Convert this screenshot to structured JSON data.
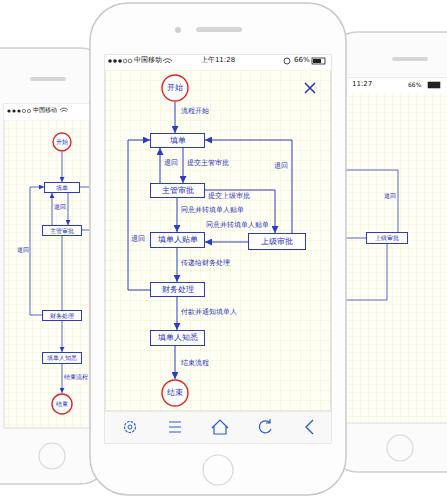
{
  "diagram": {
    "nodes": [
      {
        "text": [
          "开始"
        ]
      },
      {
        "text": [
          "填单"
        ]
      },
      {
        "text": [
          "主管审批"
        ]
      },
      {
        "text": [
          "上级审批"
        ]
      },
      {
        "text": [
          "填单人贴单"
        ]
      },
      {
        "text": [
          "财务处理"
        ]
      },
      {
        "text": [
          "填单人知悉"
        ]
      },
      {
        "text": [
          "结束"
        ]
      },
      {
        "text": [
          "开始"
        ]
      },
      {
        "text": [
          "填单"
        ]
      },
      {
        "text": [
          "主管审批"
        ]
      },
      {
        "text": [
          "财务处理"
        ]
      },
      {
        "text": [
          "填单人知悉"
        ]
      },
      {
        "text": [
          "结束"
        ]
      },
      {
        "text": [
          "上级审批"
        ]
      }
    ],
    "edges": [
      {
        "from": 0,
        "to": 1,
        "arrow": "to",
        "label": "流程开始"
      },
      {
        "from": 1,
        "to": 2,
        "arrow": "to",
        "label": "提交主管审批"
      },
      {
        "from": 2,
        "to": 1,
        "arrow": "to",
        "label": "退回"
      },
      {
        "from": 2,
        "to": 3,
        "arrow": "to",
        "label": "提交上级审批"
      },
      {
        "from": 3,
        "to": 1,
        "arrow": "to",
        "label": "退回"
      },
      {
        "from": 2,
        "to": 4,
        "arrow": "to",
        "label": "同意并转填单人贴单"
      },
      {
        "from": 3,
        "to": 4,
        "arrow": "to",
        "label": "同意并转填单人贴单"
      },
      {
        "from": 5,
        "to": 1,
        "arrow": "to",
        "label": "退回"
      },
      {
        "from": 4,
        "to": 5,
        "arrow": "to",
        "label": "传递给财务处理"
      },
      {
        "from": 5,
        "to": 6,
        "arrow": "to",
        "label": "付款并通知填单人"
      },
      {
        "from": 6,
        "to": 7,
        "arrow": "to",
        "label": "结束流程"
      },
      {
        "from": 8,
        "to": 9,
        "arrow": "to"
      },
      {
        "from": 9,
        "to": 10,
        "arrow": "to"
      },
      {
        "from": 10,
        "to": 9,
        "arrow": "to",
        "label": "退回"
      },
      {
        "from": 11,
        "to": 9,
        "arrow": "to",
        "label": "退回"
      },
      {
        "from": 11,
        "to": 12,
        "arrow": "to"
      },
      {
        "from": 12,
        "to": 13,
        "arrow": "to",
        "label": "结束流程"
      }
    ],
    "labels": [
      "中国移动",
      "上午11:28",
      "66%",
      "中国移动",
      "11:27",
      "66%",
      "退回"
    ]
  }
}
